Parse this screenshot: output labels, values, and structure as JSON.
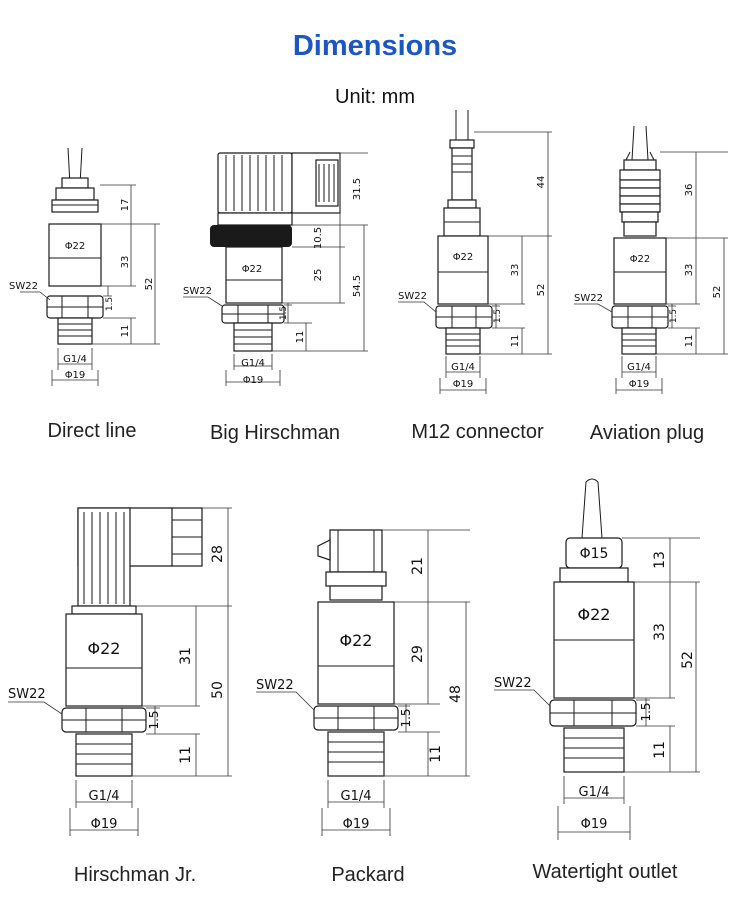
{
  "header": {
    "title": "Dimensions",
    "unit": "Unit: mm"
  },
  "captions": {
    "direct_line": "Direct line",
    "big_hirschman": "Big Hirschman",
    "m12": "M12 connector",
    "aviation": "Aviation plug",
    "hirschman_jr": "Hirschman Jr.",
    "packard": "Packard",
    "watertight": "Watertight outlet"
  },
  "labels": {
    "phi22": "Φ22",
    "phi19": "Φ19",
    "phi15": "Φ15",
    "g14": "G1/4",
    "sw22": "SW22",
    "d17": "17",
    "d33": "33",
    "d52": "52",
    "d1_5": "1.5",
    "d11": "11",
    "d31_5": "31.5",
    "d10_5": "10.5",
    "d25": "25",
    "d54_5": "54.5",
    "d44": "44",
    "d36": "36",
    "d28": "28",
    "d31": "31",
    "d50": "50",
    "d21": "21",
    "d29": "29",
    "d48": "48",
    "d13": "13"
  }
}
